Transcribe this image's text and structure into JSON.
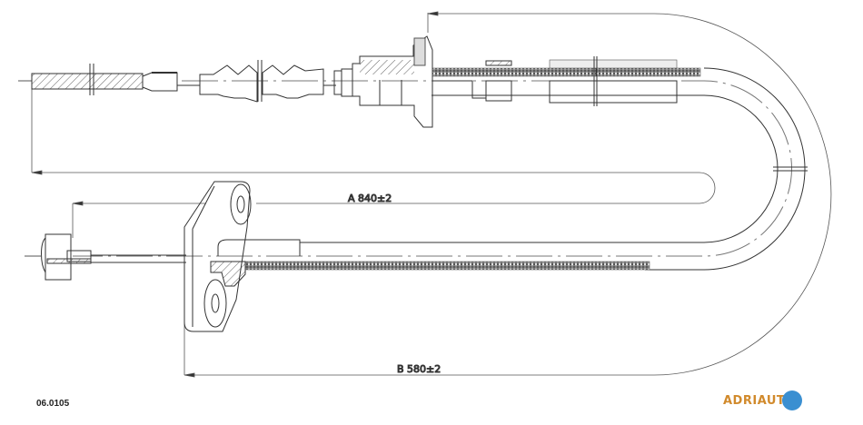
{
  "drawing": {
    "part_number": "06.0105",
    "dimension_a": "A 840±2",
    "dimension_b": "B 580±2"
  },
  "brand": {
    "logo_text": "ADRIAUTO",
    "logo_visible_text": "ADRIAUT",
    "colors": {
      "text": "#d18a2c",
      "mark": "#3a8fd1"
    }
  }
}
